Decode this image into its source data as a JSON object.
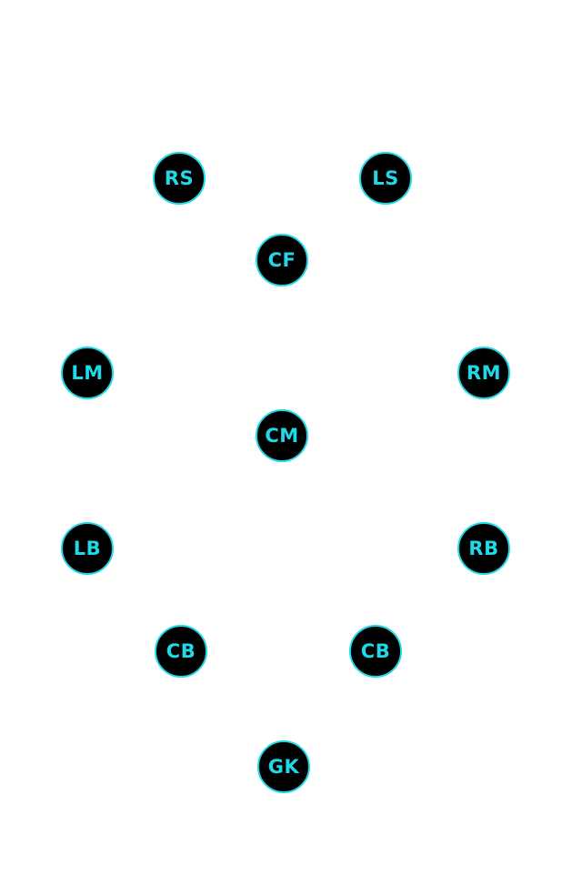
{
  "colors": {
    "background": "#ffffff",
    "token_fill": "#000000",
    "token_accent": "#1fd8e8"
  },
  "formation": {
    "players": [
      {
        "role": "RS"
      },
      {
        "role": "LS"
      },
      {
        "role": "CF"
      },
      {
        "role": "LM"
      },
      {
        "role": "RM"
      },
      {
        "role": "CM"
      },
      {
        "role": "LB"
      },
      {
        "role": "RB"
      },
      {
        "role": "CB"
      },
      {
        "role": "CB"
      },
      {
        "role": "GK"
      }
    ]
  }
}
